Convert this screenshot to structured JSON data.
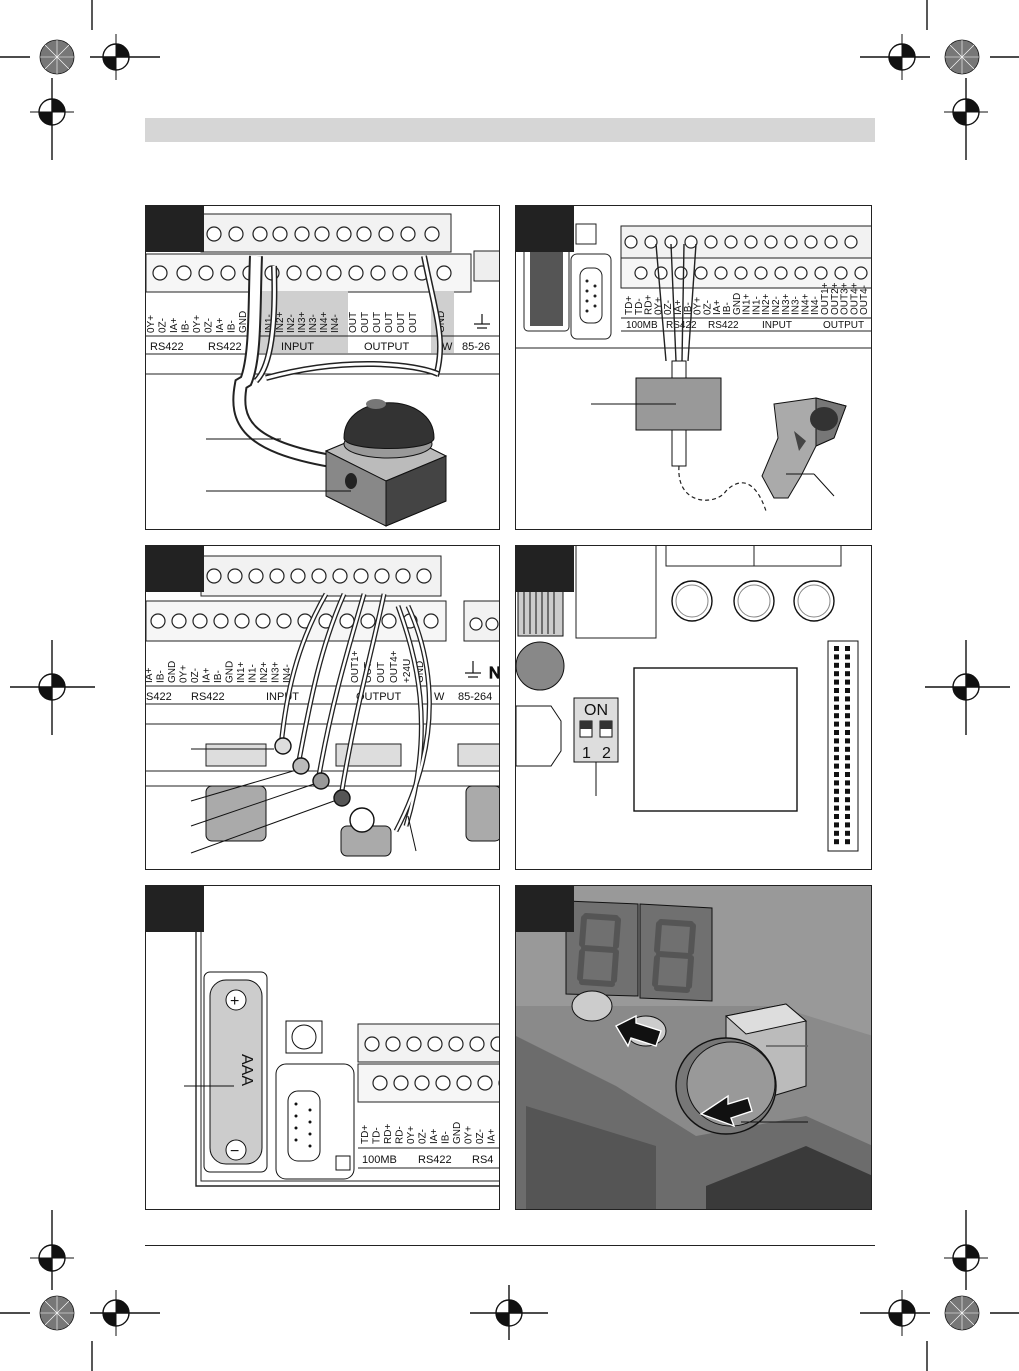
{
  "p1": {
    "left_tags": [
      "0Y+",
      "0Z-",
      "IA+",
      "IB-",
      "0Y+",
      "0Z-",
      "IA+",
      "IB-",
      "GND"
    ],
    "input_tags": [
      "IN1+",
      "IN1-",
      "IN2+",
      "IN2-",
      "IN3+",
      "IN3-",
      "IN4+",
      "IN4-"
    ],
    "output_tags": [
      "OUT",
      "OUT",
      "OUT",
      "OUT",
      "OUT",
      "OUT"
    ],
    "gnd": "GND",
    "rs422_a": "RS422",
    "rs422_b": "RS422",
    "input": "INPUT",
    "output": "OUTPUT",
    "w": "W",
    "range": "85-26"
  },
  "p2": {
    "tags": [
      "TD+",
      "TD-",
      "RD+",
      "0Y+",
      "0Z-",
      "IA+",
      "IB-",
      "0Y+",
      "0Z-",
      "IA+",
      "IB-",
      "GND",
      "IN1+",
      "IN1-",
      "IN2+",
      "IN2-",
      "IN3+",
      "IN3-",
      "IN4+",
      "IN4-",
      "OUT1+",
      "OUT2+",
      "OUT3+",
      "OUT4+",
      "OUT4-"
    ],
    "mb": "100MB",
    "rs422_a": "RS422",
    "rs422_b": "RS422",
    "input": "INPUT",
    "output": "OUTPUT"
  },
  "p3": {
    "left_tags": [
      "IA+",
      "IB-",
      "GND",
      "0Y+",
      "0Z-",
      "IA+",
      "IB-",
      "GND",
      "IN1+",
      "IN1-",
      "IN2+",
      "IN3+",
      "IN4-"
    ],
    "out_tags": [
      "OUT1+",
      "OUT",
      "OUT",
      "OUT4+",
      "+24U",
      "GND"
    ],
    "rs422_a": "S422",
    "rs422_b": "RS422",
    "input": "INPUT",
    "output": "OUTPUT",
    "w": "W",
    "range": "85-264"
  },
  "p4": {
    "dip_on": "ON",
    "dip_1": "1",
    "dip_2": "2"
  },
  "p5": {
    "battery": "AAA",
    "plus": "+",
    "minus": "−",
    "tags": [
      "TD+",
      "TD-",
      "RD+",
      "RD-",
      "0Y+",
      "0Z-",
      "IA+",
      "IB-",
      "GND",
      "0Y+",
      "0Z-",
      "IA+"
    ],
    "mb": "100MB",
    "rs422_a": "RS422",
    "rs422_b": "RS4"
  }
}
